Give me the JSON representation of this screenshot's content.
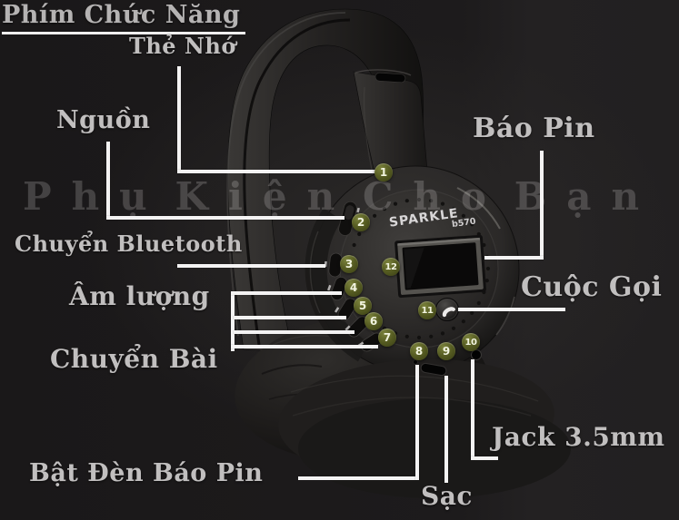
{
  "title": {
    "text": "Phím Chức Năng"
  },
  "labels": {
    "the_nho": "Thẻ Nhớ",
    "nguon": "Nguồn",
    "chuyen_bluetooth": "Chuyển Bluetooth",
    "am_luong": "Âm lượng",
    "chuyen_bai": "Chuyển Bài",
    "bat_den_bao_pin": "Bật Đèn Báo Pin",
    "sac": "Sạc",
    "jack_35mm": "Jack 3.5mm",
    "bao_pin": "Báo Pin",
    "cuoc_goi": "Cuộc Gọi"
  },
  "watermark": {
    "full_text": "Phụ Kiện Cho Bạn",
    "words": [
      "Phụ",
      "Kiện",
      "Cho",
      "Bạn"
    ]
  },
  "device": {
    "brand": "SPARKLE",
    "model": "b570"
  },
  "callouts": [
    "1",
    "2",
    "3",
    "4",
    "5",
    "6",
    "7",
    "8",
    "9",
    "10",
    "11",
    "12"
  ],
  "colors": {
    "background": "#1d1b1c",
    "label_text": "#c1bfbf",
    "annotation_line": "#f4f3f3",
    "callout_badge": "#565c22",
    "callout_text": "#f2f4e0",
    "device_text": "#d8d6d7",
    "watermark_text": "#4e4c4c"
  }
}
